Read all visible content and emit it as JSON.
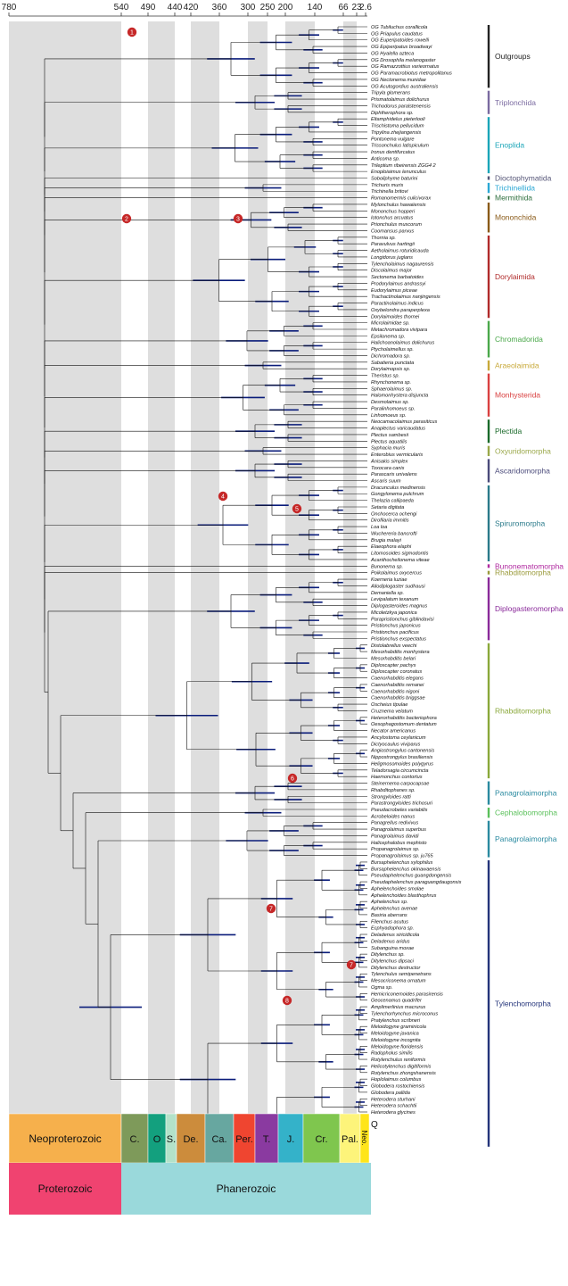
{
  "axis": {
    "ticks": [
      "780",
      "540",
      "490",
      "440",
      "420",
      "360",
      "300",
      "250",
      "200",
      "140",
      "66",
      "23",
      "2.6"
    ]
  },
  "node_markers": [
    "1",
    "2",
    "3",
    "4",
    "5",
    "6",
    "7",
    "7",
    "8"
  ],
  "taxa": [
    "OG Tubiluchus corallicola",
    "OG Priapulus caudatus",
    "OG Euperipatoides rowelli",
    "OG Epiperipatus broadwayi",
    "OG Hyalella azteca",
    "OG Drosophila melanogaster",
    "OG Ramazzottius varieornatus",
    "OG Paramacrobiotus metropolitanus",
    "OG Nectonema munidae",
    "OG Acutogordius australiensis",
    "Tripyla glomerans",
    "Prismatolaimus dolichurus",
    "Trichodorus paralstenensis",
    "Diphtherophora sp.",
    "Eltamphidelus pieterlooli",
    "Trischistoma pellucidum",
    "Tripylina zhejiangensis",
    "Pontonema vulgare",
    "Trissonchulus latispiculum",
    "Ironus dentifurcatus",
    "Anticoma sp.",
    "Trileptium ribeirensis ZGG4 2",
    "Enoploiaimus lenunculus",
    "Soboliphyme baturini",
    "Trichuris muris",
    "Trichinella britovi",
    "Romanomermis culicivorax",
    "Mylonchulus hawaiiensis",
    "Mononchus hopperi",
    "Iotonchus arcuatus",
    "Prionchulus muscorum",
    "Coomansus parvus",
    "Thornia sp.",
    "Paravulvus hartingii",
    "Aetholaimus roturidicauda",
    "Longidorus juglans",
    "Tylencholaimus nagaurensis",
    "Discolaimus major",
    "Sectonema barbatoides",
    "Prodorylaimus andrassyi",
    "Eudorylaimus piceae",
    "Trachactinolaimus nanjingensis",
    "Paractinolaimus indicus",
    "Oxybelondra paraperplexa",
    "Dorylaimoides thornei",
    "Microlaimidae sp.",
    "Metachromadora vivipara",
    "Epsilonema sp.",
    "Halichoanolaimus dolichurus",
    "Ptycholaimellus sp.",
    "Dichromadora sp.",
    "Sabatieria punctata",
    "Dorylaimopsis sp.",
    "Theristus sp.",
    "Rhynchonema sp.",
    "Sphaerolaimus sp.",
    "Halomonhystera disjuncta",
    "Desmolaimus sp.",
    "Paralinhomoeus sp.",
    "Linhomoeus sp.",
    "Neocamacolaimus parasiticus",
    "Anaplectus varicaudatus",
    "Plectus sambesii",
    "Plectus aquatilis",
    "Syphacia muris",
    "Enterobius vermicularis",
    "Anisakis simplex",
    "Toxocara canis",
    "Parascaris univalens",
    "Ascaris suum",
    "Dracunculus medinensis",
    "Gongylonema pulchrum",
    "Thelazia callipaeda",
    "Setaria digitata",
    "Onchocerca ochengi",
    "Dirofilaria immitis",
    "Loa loa",
    "Wuchereria bancrofti",
    "Brugia malayi",
    "Elaeophora elaphi",
    "Litomosoides sigmodontis",
    "Acanthocheilonema viteae",
    "Bunonema sp.",
    "Poikolaimus oxycercus",
    "Koerneria luziae",
    "Allodiplogaster sudhausi",
    "Demaniella sp.",
    "Levipalatum texanum",
    "Diplogasteroides magnus",
    "Micoletzkya japonica",
    "Parapristionchus giblindavisi",
    "Pristionchus japonicus",
    "Pristionchus pacificus",
    "Pristionchus exspectatus",
    "Distolabrellus veechi",
    "Mesorhabditis monhystera",
    "Mesorhabditis belari",
    "Diploscapter pachys",
    "Diploscapter coronatus",
    "Caenorhabditis elegans",
    "Caenorhabditis remanei",
    "Caenorhabditis nigoni",
    "Caenorhabditis briggsae",
    "Oscheius tipulae",
    "Cruznema velatum",
    "Heterorhabditis bacteriophora",
    "Oesophagostomum dentatum",
    "Necator americanus",
    "Ancylostoma ceylanicum",
    "Dictyocaulus viviparus",
    "Angiostrongylus cantonensis",
    "Nippostrongylus brasiliensis",
    "Heligmosomoides polygyrus",
    "Teladorsagia circumcincta",
    "Haemonchus contortus",
    "Steinernema carpocapsae",
    "Rhabditophanes sp.",
    "Strongyloides ratti",
    "Parastrongyloides trichosuri",
    "Pseudacrobeles variabilis",
    "Acrobeloides nanus",
    "Panagrellus redivivus",
    "Panagrolaimus superbus",
    "Panagrolaimus davidi",
    "Halicephalobus mephisto",
    "Propanagrolaimus sp.",
    "Propanagrolaimus sp. ju765",
    "Bursaphelenchus xylophilus",
    "Bursaphelenchus okinawaensis",
    "Pseudaphelenchus guangdongensis",
    "Pseudaphelenchus paraguangdaugonsis",
    "Aphelenchoides smolae",
    "Aphelenchoides blasthophrus",
    "Aphelenchus sp.",
    "Aphelenchus avenae",
    "Basiria aberrans",
    "Filenchus acutus",
    "Ecphyadophora sp.",
    "Deladenus siricidicola",
    "Deladenus aridus",
    "Subanguina moxae",
    "Ditylenchus sp.",
    "Ditylenchus dipsaci",
    "Ditylenchus destructor",
    "Tylenchulus semipenetrans",
    "Mesocriconema ornatum",
    "Ogma sp.",
    "Hemicriconemoides parasirensis",
    "Geocenamus quadrifer",
    "Amplimerlinius macrurus",
    "Tylenchorhynchus microconus",
    "Pratylenchus scribneri",
    "Meloidogyne graminicola",
    "Meloidogyne javanica",
    "Meloidogyne incognita",
    "Meloidogyne floridensis",
    "Radopholus similis",
    "Rotylenchulus reniformis",
    "Helicotylenchus digitiformis",
    "Rotylenchus zhongshanensis",
    "Hoplolaimus columbus",
    "Globodera rostochiensis",
    "Globodera pallida",
    "Heterodera sturhani",
    "Heterodera schachtii",
    "Heterodera glycines"
  ],
  "clades": [
    {
      "name": "Outgroups",
      "color": "#222222",
      "first": 0,
      "last": 9
    },
    {
      "name": "Triplonchida",
      "color": "#7a6aa0",
      "first": 10,
      "last": 13
    },
    {
      "name": "Enoplida",
      "color": "#1aa5b8",
      "first": 14,
      "last": 22
    },
    {
      "name": "Dioctophymatida",
      "color": "#555577",
      "first": 23,
      "last": 23
    },
    {
      "name": "Trichinellida",
      "color": "#2aa7d4",
      "first": 24,
      "last": 25
    },
    {
      "name": "Mermithida",
      "color": "#2f6f3f",
      "first": 26,
      "last": 26
    },
    {
      "name": "Mononchida",
      "color": "#8a5a18",
      "first": 27,
      "last": 31
    },
    {
      "name": "Dorylaimida",
      "color": "#b02a2a",
      "first": 32,
      "last": 44
    },
    {
      "name": "Chromadorida",
      "color": "#4aa84a",
      "first": 45,
      "last": 50
    },
    {
      "name": "Araeolaimida",
      "color": "#c8a93a",
      "first": 51,
      "last": 52
    },
    {
      "name": "Monhysterida",
      "color": "#d94040",
      "first": 53,
      "last": 59
    },
    {
      "name": "Plectida",
      "color": "#1a6a2a",
      "first": 60,
      "last": 63
    },
    {
      "name": "Oxyuridomorpha",
      "color": "#9aa84a",
      "first": 64,
      "last": 65
    },
    {
      "name": "Ascaridomorpha",
      "color": "#4a4a7a",
      "first": 66,
      "last": 69
    },
    {
      "name": "Spiruromorpha",
      "color": "#2a7a8a",
      "first": 70,
      "last": 81
    },
    {
      "name": "Bunonematomorpha",
      "color": "#b02aa0",
      "first": 82,
      "last": 82
    },
    {
      "name": "Rhabditomorpha",
      "color": "#9a9a3a",
      "first": 83,
      "last": 83
    },
    {
      "name": "Diplogasteromorpha",
      "color": "#8a2a9a",
      "first": 84,
      "last": 93
    },
    {
      "name": "Rhabditomorpha",
      "color": "#8aa83a",
      "first": 94,
      "last": 114
    },
    {
      "name": "Panagrolaimorpha",
      "color": "#2a8aa0",
      "first": 115,
      "last": 118
    },
    {
      "name": "Cephalobomorpha",
      "color": "#5ac05a",
      "first": 119,
      "last": 120
    },
    {
      "name": "Panagrolaimorpha",
      "color": "#2a8aa0",
      "first": 121,
      "last": 126
    },
    {
      "name": "Tylenchomorpha",
      "color": "#24347a",
      "first": 127,
      "last": 170
    }
  ],
  "eras": [
    {
      "label": "Neoproterozoic",
      "color": "#f6b04c"
    },
    {
      "label": "C.",
      "color": "#7e9a5a"
    },
    {
      "label": "O",
      "color": "#13a07e"
    },
    {
      "label": "S.",
      "color": "#b3e2c9"
    },
    {
      "label": "De.",
      "color": "#cc8c3c"
    },
    {
      "label": "Ca.",
      "color": "#67a7a0"
    },
    {
      "label": "Per.",
      "color": "#ef4530"
    },
    {
      "label": "T.",
      "color": "#8a3aa0"
    },
    {
      "label": "J.",
      "color": "#34b2c9"
    },
    {
      "label": "Cr.",
      "color": "#7fc64e"
    },
    {
      "label": "Pal.",
      "color": "#fdf47a"
    },
    {
      "label": "Neo.",
      "color": "#ffe51a"
    },
    {
      "label": "Q",
      "color": "#ffffff"
    }
  ],
  "eons": [
    {
      "label": "Proterozoic",
      "color": "#f04370"
    },
    {
      "label": "Phanerozoic",
      "color": "#9ad9db"
    }
  ],
  "colors": {
    "branch": "#111111",
    "bar": "#0a1c7a",
    "marker": "#c62828",
    "stripe": "#dedede"
  }
}
